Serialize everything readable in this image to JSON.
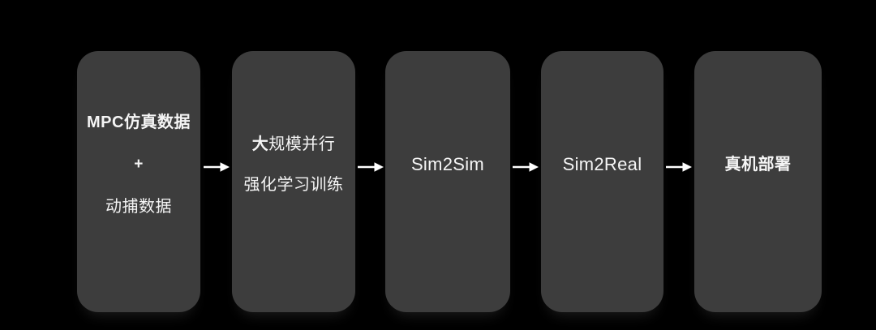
{
  "colors": {
    "background": "#000000",
    "node_fill": "#3d3d3d",
    "text": "#f5f5f5",
    "arrow": "#ffffff"
  },
  "flow": {
    "description": "training-to-deployment pipeline flowchart",
    "nodes": {
      "data_source": {
        "line1": "MPC仿真数据",
        "line2": "+",
        "line3": "动捕数据"
      },
      "rl_training": {
        "line1_emph": "大",
        "line1_rest": "规模并行",
        "line2": "强化学习训练"
      },
      "sim2sim": {
        "label": "Sim2Sim"
      },
      "sim2real": {
        "label": "Sim2Real"
      },
      "deployment": {
        "label": "真机部署"
      }
    },
    "arrow_count": 4
  }
}
